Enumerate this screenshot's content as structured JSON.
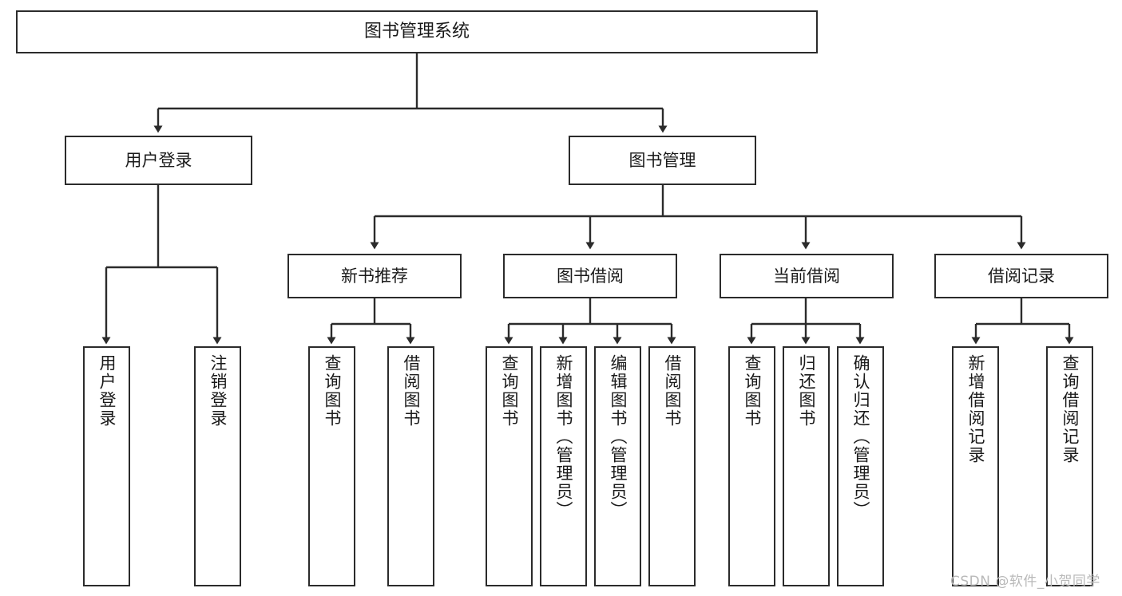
{
  "diagram": {
    "type": "hierarchy-tree",
    "orientation": "top-down",
    "root": {
      "id": "root",
      "label": "图书管理系统"
    },
    "level2": [
      {
        "id": "user-login",
        "label": "用户登录"
      },
      {
        "id": "book-management",
        "label": "图书管理"
      }
    ],
    "level3": [
      {
        "id": "new-book-recommend",
        "label": "新书推荐",
        "parent": "book-management"
      },
      {
        "id": "book-borrow",
        "label": "图书借阅",
        "parent": "book-management"
      },
      {
        "id": "current-borrow",
        "label": "当前借阅",
        "parent": "book-management"
      },
      {
        "id": "borrow-record",
        "label": "借阅记录",
        "parent": "book-management"
      }
    ],
    "leaves": {
      "user_login": [
        {
          "id": "leaf-user-login",
          "label": "用户登录"
        },
        {
          "id": "leaf-logout",
          "label": "注销登录"
        }
      ],
      "new_book_recommend": [
        {
          "id": "leaf-query-book-1",
          "label": "查询图书"
        },
        {
          "id": "leaf-borrow-book-1",
          "label": "借阅图书"
        }
      ],
      "book_borrow": [
        {
          "id": "leaf-query-book-2",
          "label": "查询图书"
        },
        {
          "id": "leaf-add-book",
          "label": "新增图书（管理员）"
        },
        {
          "id": "leaf-edit-book",
          "label": "编辑图书（管理员）"
        },
        {
          "id": "leaf-borrow-book-2",
          "label": "借阅图书"
        }
      ],
      "current_borrow": [
        {
          "id": "leaf-query-book-3",
          "label": "查询图书"
        },
        {
          "id": "leaf-return-book",
          "label": "归还图书"
        },
        {
          "id": "leaf-confirm-return",
          "label": "确认归还（管理员）"
        }
      ],
      "borrow_record": [
        {
          "id": "leaf-add-record",
          "label": "新增借阅记录"
        },
        {
          "id": "leaf-query-record",
          "label": "查询借阅记录"
        }
      ]
    },
    "colors": {
      "stroke": "#2b2b2b",
      "fill": "#ffffff",
      "text": "#1a1a1a",
      "watermark": "#b9b9b9"
    }
  },
  "watermark": {
    "text": "CSDN @软件_小贺同学"
  }
}
